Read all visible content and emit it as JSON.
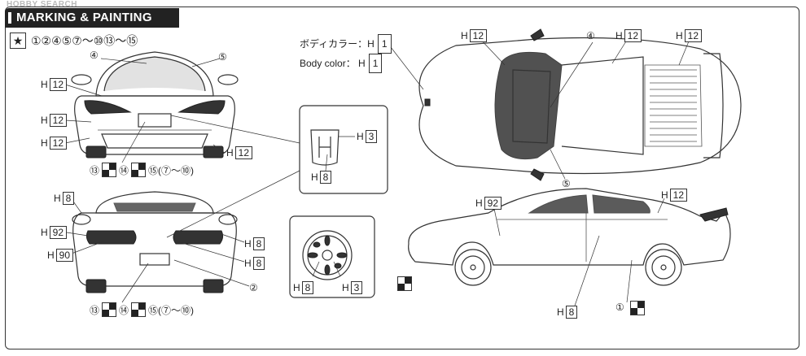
{
  "watermark": "HOBBY SEARCH",
  "header": {
    "title": "MARKING & PAINTING"
  },
  "legend": {
    "symbol": "★",
    "items": "①②④⑤⑦～⑩⑬～⑮"
  },
  "body_color": {
    "jp_label": "ボディカラー：H",
    "jp_code": "1",
    "en_label": "Body color： H",
    "en_code": "1"
  },
  "front_view": {
    "num4": "④",
    "num5": "⑤",
    "h12_a_prefix": "H",
    "h12_a_code": "12",
    "h12_b_prefix": "H",
    "h12_b_code": "12",
    "h12_c_prefix": "H",
    "h12_c_code": "12",
    "h12_d_prefix": "H",
    "h12_d_code": "12",
    "decals": {
      "a": "⑬",
      "b": "⑭",
      "c": "⑮(⑦～⑩)"
    }
  },
  "emblem_detail": {
    "h3_prefix": "H",
    "h3_code": "3",
    "h8_prefix": "H",
    "h8_code": "8"
  },
  "wheel_detail": {
    "h8_prefix": "H",
    "h8_code": "8",
    "h3_prefix": "H",
    "h3_code": "3"
  },
  "rear_view": {
    "h8_a_prefix": "H",
    "h8_a_code": "8",
    "h92_prefix": "H",
    "h92_code": "92",
    "h90_prefix": "H",
    "h90_code": "90",
    "h8_b_prefix": "H",
    "h8_b_code": "8",
    "h8_c_prefix": "H",
    "h8_c_code": "8",
    "num2": "②",
    "decals": {
      "a": "⑬",
      "b": "⑭",
      "c": "⑮(⑦～⑩)"
    }
  },
  "top_view": {
    "h12_a_prefix": "H",
    "h12_a_code": "12",
    "h12_b_prefix": "H",
    "h12_b_code": "12",
    "h12_c_prefix": "H",
    "h12_c_code": "12",
    "num4": "④",
    "num5": "⑤"
  },
  "side_view": {
    "h92_prefix": "H",
    "h92_code": "92",
    "h12_prefix": "H",
    "h12_code": "12",
    "h8_prefix": "H",
    "h8_code": "8",
    "num1": "①"
  }
}
